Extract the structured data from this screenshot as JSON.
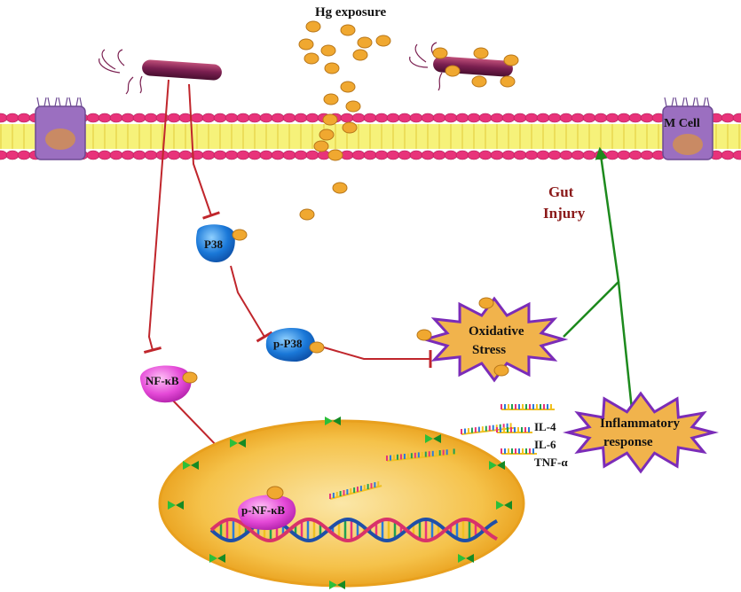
{
  "labels": {
    "hg_exposure": "Hg  exposure",
    "m_cell": "M Cell",
    "gut": "Gut",
    "injury": "Injury",
    "p38": "P38",
    "p_p38": "p-P38",
    "oxidative": "Oxidative",
    "stress": "Stress",
    "nfkb": "NF-κB",
    "p_nfkb": "p-NF-κB",
    "il4": "IL-4",
    "il6": "IL-6",
    "tnfa": "TNF-α",
    "inflammatory": "Inflammatory",
    "response": "response"
  },
  "colors": {
    "inhibition": "#c0262c",
    "activation": "#1d8a1d",
    "hg_particle": "#f0a830",
    "membrane": "#e8337a",
    "membrane_core": "#f6f27a",
    "mcell": "#9b6fc0",
    "bacteria": "#8a2a5a",
    "p38": "#1a78d8",
    "nfkb": "#e54ad8",
    "stress_burst": "#f1b34c",
    "burst_border": "#7b2cb8",
    "nucleus": "#e8a01e",
    "gut_injury_text": "#8b1a1a"
  }
}
